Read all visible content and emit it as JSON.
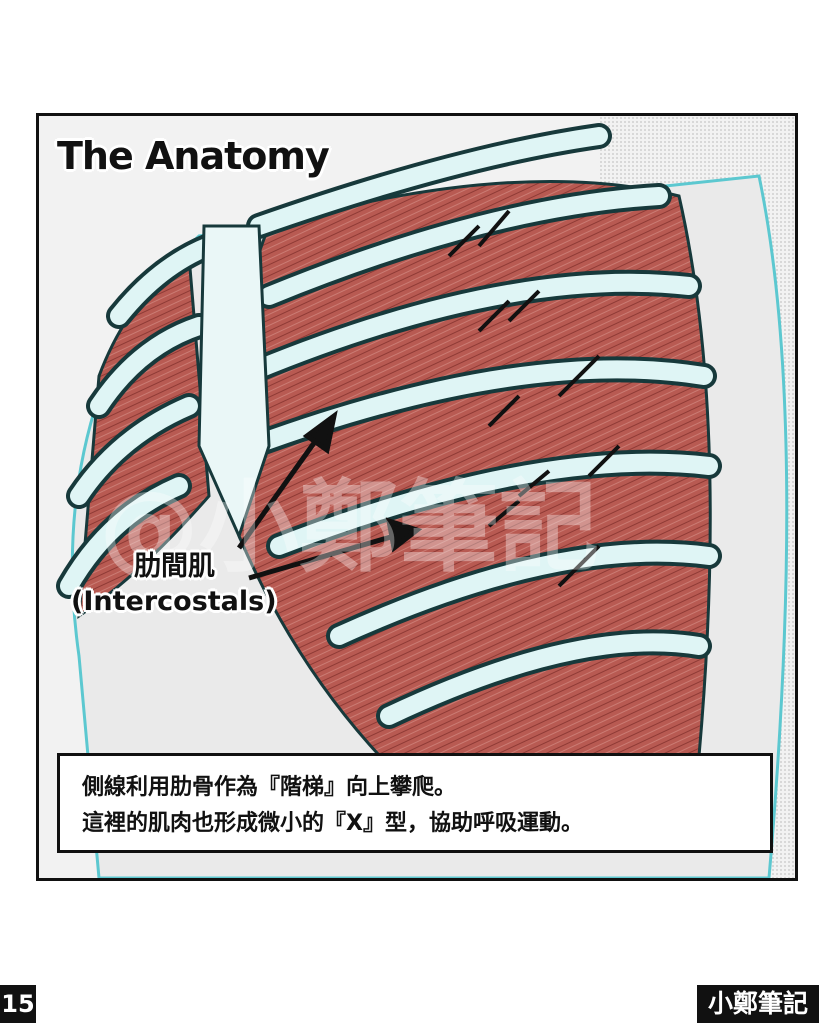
{
  "panel": {
    "title": "The Anatomy",
    "label_zh": "肋間肌",
    "label_en": "(Intercostals)",
    "watermark": "@小鄭筆記",
    "caption": [
      "側線利用肋骨作為『階梯』向上攀爬。",
      "這裡的肌肉也形成微小的『X』型，協助呼吸運動。"
    ]
  },
  "footer": {
    "page_number": "15",
    "brand": "小鄭筆記"
  },
  "colors": {
    "muscle": "#b85a52",
    "bone": "#dff5f5",
    "outline": "#17393b",
    "accent_cyan": "#5cc8d0"
  }
}
